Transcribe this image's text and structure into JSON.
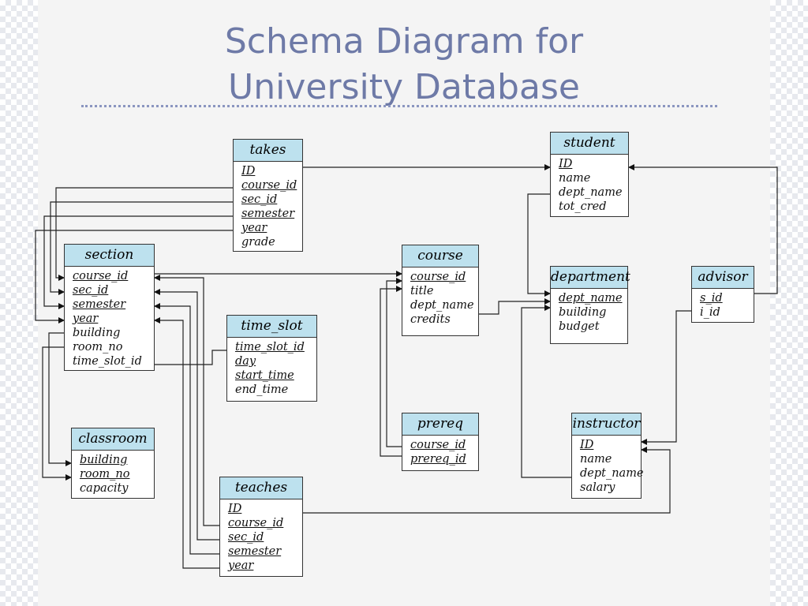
{
  "title": {
    "line1": "Schema Diagram for",
    "line2": "University Database"
  },
  "tables": {
    "takes": {
      "name": "takes",
      "attributes": [
        {
          "label": "ID",
          "pk": true
        },
        {
          "label": "course_id",
          "pk": true
        },
        {
          "label": "sec_id",
          "pk": true
        },
        {
          "label": "semester",
          "pk": true
        },
        {
          "label": "year",
          "pk": true
        },
        {
          "label": "grade",
          "pk": false
        }
      ]
    },
    "student": {
      "name": "student",
      "attributes": [
        {
          "label": "ID",
          "pk": true
        },
        {
          "label": "name",
          "pk": false
        },
        {
          "label": "dept_name",
          "pk": false
        },
        {
          "label": "tot_cred",
          "pk": false
        }
      ]
    },
    "section": {
      "name": "section",
      "attributes": [
        {
          "label": "course_id",
          "pk": true
        },
        {
          "label": "sec_id",
          "pk": true
        },
        {
          "label": "semester",
          "pk": true
        },
        {
          "label": "year",
          "pk": true
        },
        {
          "label": "building",
          "pk": false
        },
        {
          "label": "room_no",
          "pk": false
        },
        {
          "label": "time_slot_id",
          "pk": false
        }
      ]
    },
    "course": {
      "name": "course",
      "attributes": [
        {
          "label": "course_id",
          "pk": true
        },
        {
          "label": "title",
          "pk": false
        },
        {
          "label": "dept_name",
          "pk": false
        },
        {
          "label": "credits",
          "pk": false
        }
      ]
    },
    "department": {
      "name": "department",
      "attributes": [
        {
          "label": "dept_name",
          "pk": true
        },
        {
          "label": "building",
          "pk": false
        },
        {
          "label": "budget",
          "pk": false
        }
      ]
    },
    "advisor": {
      "name": "advisor",
      "attributes": [
        {
          "label": "s_id",
          "pk": true
        },
        {
          "label": "i_id",
          "pk": false
        }
      ]
    },
    "time_slot": {
      "name": "time_slot",
      "attributes": [
        {
          "label": "time_slot_id",
          "pk": true
        },
        {
          "label": "day",
          "pk": true
        },
        {
          "label": "start_time",
          "pk": true
        },
        {
          "label": "end_time",
          "pk": false
        }
      ]
    },
    "classroom": {
      "name": "classroom",
      "attributes": [
        {
          "label": "building",
          "pk": true
        },
        {
          "label": "room_no",
          "pk": true
        },
        {
          "label": "capacity",
          "pk": false
        }
      ]
    },
    "prereq": {
      "name": "prereq",
      "attributes": [
        {
          "label": "course_id",
          "pk": true
        },
        {
          "label": "prereq_id",
          "pk": true
        }
      ]
    },
    "instructor": {
      "name": "instructor",
      "attributes": [
        {
          "label": "ID",
          "pk": true
        },
        {
          "label": "name",
          "pk": false
        },
        {
          "label": "dept_name",
          "pk": false
        },
        {
          "label": "salary",
          "pk": false
        }
      ]
    },
    "teaches": {
      "name": "teaches",
      "attributes": [
        {
          "label": "ID",
          "pk": true
        },
        {
          "label": "course_id",
          "pk": true
        },
        {
          "label": "sec_id",
          "pk": true
        },
        {
          "label": "semester",
          "pk": true
        },
        {
          "label": "year",
          "pk": true
        }
      ]
    }
  }
}
